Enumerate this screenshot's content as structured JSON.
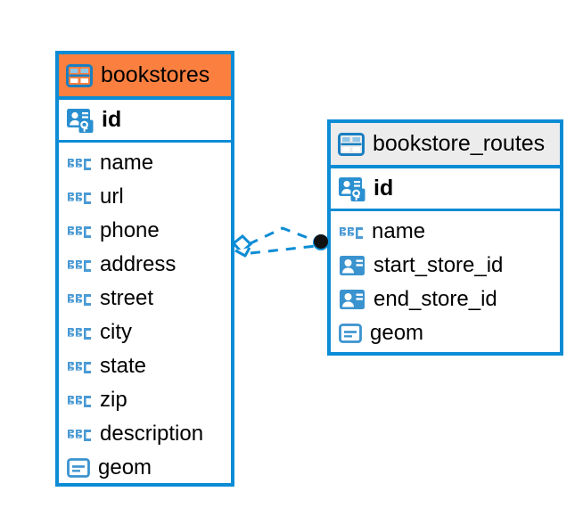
{
  "diagram": {
    "type": "entity-relationship-diagram",
    "background_color": "#ffffff",
    "accent_color": "#0c8cd5",
    "selected_header_color": "#fb8040",
    "header_color": "#ececec"
  },
  "entities": [
    {
      "name": "bookstores",
      "selected": true,
      "header_icon": "table-icon",
      "primary_key": {
        "label": "id",
        "icon": "primary-key-icon"
      },
      "columns": [
        {
          "label": "name",
          "icon": "abc-text-icon"
        },
        {
          "label": "url",
          "icon": "abc-text-icon"
        },
        {
          "label": "phone",
          "icon": "abc-text-icon"
        },
        {
          "label": "address",
          "icon": "abc-text-icon"
        },
        {
          "label": "street",
          "icon": "abc-text-icon"
        },
        {
          "label": "city",
          "icon": "abc-text-icon"
        },
        {
          "label": "state",
          "icon": "abc-text-icon"
        },
        {
          "label": "zip",
          "icon": "abc-text-icon"
        },
        {
          "label": "description",
          "icon": "abc-text-icon"
        },
        {
          "label": "geom",
          "icon": "geometry-icon"
        }
      ]
    },
    {
      "name": "bookstore_routes",
      "selected": false,
      "header_icon": "table-icon",
      "primary_key": {
        "label": "id",
        "icon": "primary-key-icon"
      },
      "columns": [
        {
          "label": "name",
          "icon": "abc-text-icon"
        },
        {
          "label": "start_store_id",
          "icon": "foreign-key-icon"
        },
        {
          "label": "end_store_id",
          "icon": "foreign-key-icon"
        },
        {
          "label": "geom",
          "icon": "geometry-icon"
        }
      ]
    }
  ],
  "relationship": {
    "from_entity": "bookstores",
    "to_entity": "bookstore_routes",
    "line_style": "dashed",
    "line_color": "#0c8cd5",
    "source_endpoint": "diamond-endpoint",
    "target_endpoint": "filled-circle-endpoint"
  }
}
